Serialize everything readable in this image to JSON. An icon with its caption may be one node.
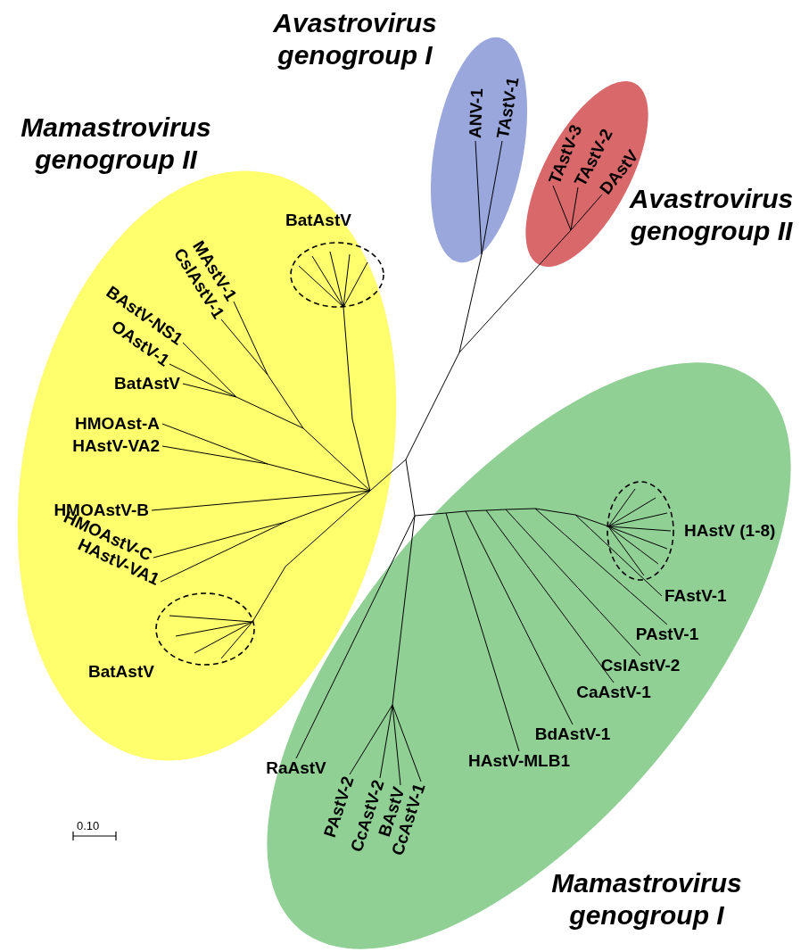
{
  "diagram": {
    "nodes": [
      {
        "text": [
          "Mamastrovirus genogroup II"
        ]
      },
      {
        "text": [
          "Avastrovirus genogroup I"
        ]
      },
      {
        "text": [
          "Avastrovirus genogroup II"
        ]
      },
      {
        "text": [
          "Mamastrovirus genogroup I"
        ]
      },
      {
        "text": [
          "MAstV-1"
        ],
        "in": 0
      },
      {
        "text": [
          "CslAstV-1"
        ],
        "in": 0
      },
      {
        "text": [
          "BAstV-NS1"
        ],
        "in": 0
      },
      {
        "text": [
          "OAstV-1"
        ],
        "in": 0
      },
      {
        "text": [
          "BatAstV"
        ],
        "in": 0
      },
      {
        "text": [
          "HMOAst-A"
        ],
        "in": 0
      },
      {
        "text": [
          "HAstV-VA2"
        ],
        "in": 0
      },
      {
        "text": [
          "HMOAstV-B"
        ],
        "in": 0
      },
      {
        "text": [
          "HMOAstV-C"
        ],
        "in": 0
      },
      {
        "text": [
          "HAstV-VA1"
        ],
        "in": 0
      },
      {
        "text": [
          "BatAstV"
        ],
        "in": 0
      },
      {
        "text": [
          "BatAstV"
        ],
        "in": 0
      },
      {
        "text": [
          "ANV-1"
        ],
        "in": 1
      },
      {
        "text": [
          "TAstV-1"
        ],
        "in": 1
      },
      {
        "text": [
          "TAstV-3"
        ],
        "in": 2
      },
      {
        "text": [
          "TAstV-2"
        ],
        "in": 2
      },
      {
        "text": [
          "DAstV"
        ],
        "in": 2
      },
      {
        "text": [
          "HAstV (1-8)"
        ],
        "in": 3
      },
      {
        "text": [
          "FAstV-1"
        ],
        "in": 3
      },
      {
        "text": [
          "PAstV-1"
        ],
        "in": 3
      },
      {
        "text": [
          "CslAstV-2"
        ],
        "in": 3
      },
      {
        "text": [
          "CaAstV-1"
        ],
        "in": 3
      },
      {
        "text": [
          "BdAstV-1"
        ],
        "in": 3
      },
      {
        "text": [
          "HAstV-MLB1"
        ],
        "in": 3
      },
      {
        "text": [
          "RaAstV"
        ],
        "in": 3
      },
      {
        "text": [
          "PAstV-2"
        ],
        "in": 3
      },
      {
        "text": [
          "CcAstV-2"
        ],
        "in": 3
      },
      {
        "text": [
          "BAstV"
        ],
        "in": 3
      },
      {
        "text": [
          "CcAstV-1"
        ],
        "in": 3
      }
    ],
    "edges": [
      {
        "from": null,
        "to": 4,
        "arrow": "none"
      },
      {
        "from": null,
        "to": 5,
        "arrow": "none"
      },
      {
        "from": null,
        "to": 6,
        "arrow": "none"
      },
      {
        "from": null,
        "to": 7,
        "arrow": "none"
      },
      {
        "from": null,
        "to": 8,
        "arrow": "none"
      },
      {
        "from": null,
        "to": 9,
        "arrow": "none"
      },
      {
        "from": null,
        "to": 10,
        "arrow": "none"
      },
      {
        "from": null,
        "to": 11,
        "arrow": "none"
      },
      {
        "from": null,
        "to": 12,
        "arrow": "none"
      },
      {
        "from": null,
        "to": 13,
        "arrow": "none"
      },
      {
        "from": null,
        "to": 14,
        "arrow": "none"
      },
      {
        "from": null,
        "to": 15,
        "arrow": "none"
      },
      {
        "from": null,
        "to": 16,
        "arrow": "none"
      },
      {
        "from": null,
        "to": 17,
        "arrow": "none"
      },
      {
        "from": null,
        "to": 18,
        "arrow": "none"
      },
      {
        "from": null,
        "to": 19,
        "arrow": "none"
      },
      {
        "from": null,
        "to": 20,
        "arrow": "none"
      },
      {
        "from": null,
        "to": 21,
        "arrow": "none"
      },
      {
        "from": null,
        "to": 22,
        "arrow": "none"
      },
      {
        "from": null,
        "to": 23,
        "arrow": "none"
      },
      {
        "from": null,
        "to": 24,
        "arrow": "none"
      },
      {
        "from": null,
        "to": 25,
        "arrow": "none"
      },
      {
        "from": null,
        "to": 26,
        "arrow": "none"
      },
      {
        "from": null,
        "to": 27,
        "arrow": "none"
      },
      {
        "from": null,
        "to": 28,
        "arrow": "none"
      },
      {
        "from": null,
        "to": 29,
        "arrow": "none"
      },
      {
        "from": null,
        "to": 30,
        "arrow": "none"
      },
      {
        "from": null,
        "to": 31,
        "arrow": "none"
      },
      {
        "from": null,
        "to": 32,
        "arrow": "none"
      }
    ],
    "labels": [
      "0.10"
    ]
  }
}
